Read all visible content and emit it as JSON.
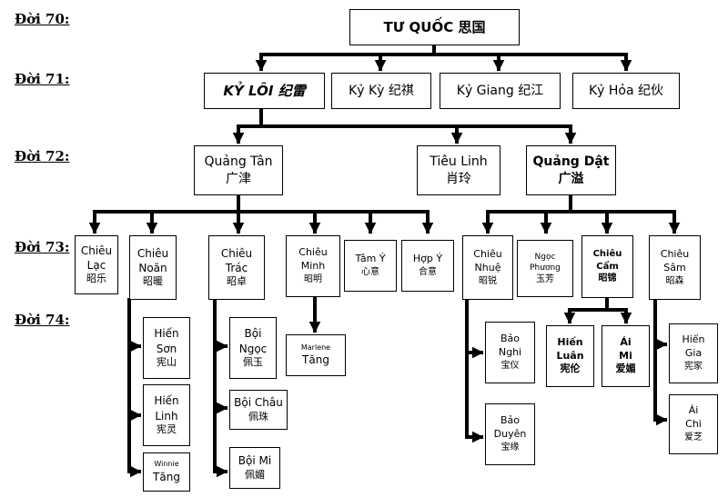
{
  "generations": {
    "g70": "Đời 70:",
    "g71": "Đời 71:",
    "g72": "Đời 72:",
    "g73": "Đời 73:",
    "g74": "Đời 74:"
  },
  "people": {
    "tu_quoc": "TƯ QUỐC 思国",
    "ky_loi": "KỶ LÔI 纪雷",
    "ky_ky": "Kỷ Kỳ 纪祺",
    "ky_giang": "Kỷ Giang 纪江",
    "ky_hoa": "Kỷ Hỏa 纪伙",
    "quang_tan": {
      "name": "Quảng Tân",
      "han": "广津"
    },
    "tieu_linh": {
      "name": "Tiêu Linh",
      "han": "肖玲"
    },
    "quang_dat": {
      "name": "Quảng Dật",
      "han": "广溢"
    },
    "chieu_lac": {
      "l1": "Chiêu",
      "l2": "Lạc",
      "han": "昭乐"
    },
    "chieu_noan": {
      "l1": "Chiêu",
      "l2": "Noãn",
      "han": "昭暖"
    },
    "chieu_trac": {
      "l1": "Chiêu",
      "l2": "Trác",
      "han": "昭卓"
    },
    "chieu_minh": {
      "l1": "Chiêu",
      "l2": "Minh",
      "han": "昭明"
    },
    "tam_y": {
      "name": "Tâm Ý",
      "han": "心意"
    },
    "hop_y": {
      "name": "Hợp Ý",
      "han": "合意"
    },
    "chieu_nhue": {
      "l1": "Chiêu",
      "l2": "Nhuệ",
      "han": "昭锐"
    },
    "ngoc_phuong": {
      "l1": "Ngọc",
      "l2": "Phương",
      "han": "玉芳"
    },
    "chieu_cam": {
      "l1": "Chiêu",
      "l2": "Cẩm",
      "han": "昭锦"
    },
    "chieu_sam": {
      "l1": "Chiêu",
      "l2": "Sâm",
      "han": "昭森"
    },
    "hien_son": {
      "l1": "Hiến",
      "l2": "Sơn",
      "han": "宪山"
    },
    "hien_linh": {
      "l1": "Hiến",
      "l2": "Linh",
      "han": "宪灵"
    },
    "winnie_tang": {
      "l1": "Winnie",
      "l2": "Tăng"
    },
    "boi_ngoc": {
      "l1": "Bội",
      "l2": "Ngọc",
      "han": "佩玉"
    },
    "boi_chau": {
      "name": "Bội Châu",
      "han": "佩珠"
    },
    "boi_mi": {
      "name": "Bội Mi",
      "han": "佩媚"
    },
    "marlene_tang": {
      "l1": "Marlene",
      "l2": "Tăng"
    },
    "bao_nghi": {
      "l1": "Bảo",
      "l2": "Nghi",
      "han": "宝仪"
    },
    "bao_duyen": {
      "l1": "Bảo",
      "l2": "Duyên",
      "han": "宝缘"
    },
    "hien_luan": {
      "l1": "Hiến",
      "l2": "Luân",
      "han": "宪伦"
    },
    "ai_mi": {
      "l1": "Ái",
      "l2": "Mi",
      "han": "爱媚"
    },
    "hien_gia": {
      "l1": "Hiến",
      "l2": "Gia",
      "han": "宪家"
    },
    "ai_chi": {
      "l1": "Ái",
      "l2": "Chi",
      "han": "爱芝"
    }
  },
  "colors": {
    "line": "#000000",
    "box_border": "#000000",
    "background": "#ffffff"
  }
}
